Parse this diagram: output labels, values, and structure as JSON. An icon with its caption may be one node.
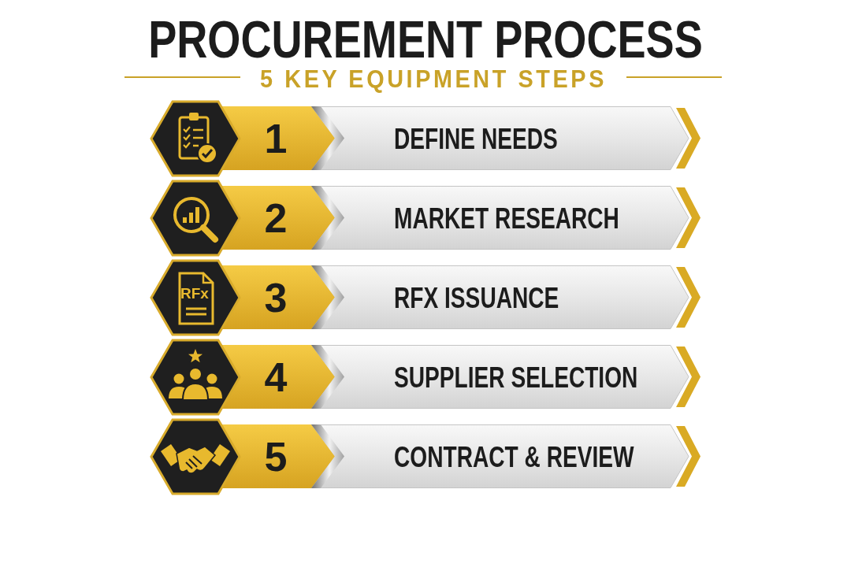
{
  "diagram": {
    "title": "PROCUREMENT PROCESS",
    "nodes": [
      {
        "text": [
          "1"
        ]
      },
      {
        "text": [
          "DEFINE NEEDS"
        ]
      },
      {
        "text": [
          "2"
        ]
      },
      {
        "text": [
          "MARKET RESEARCH"
        ]
      },
      {
        "text": [
          "3"
        ]
      },
      {
        "text": [
          "RFX ISSUANCE"
        ]
      },
      {
        "text": [
          "4"
        ]
      },
      {
        "text": [
          "SUPPLIER SELECTION"
        ]
      },
      {
        "text": [
          "5"
        ]
      },
      {
        "text": [
          "CONTRACT & REVIEW"
        ]
      }
    ],
    "labels": [
      "5 KEY EQUIPMENT STEPS",
      "RFx"
    ]
  }
}
